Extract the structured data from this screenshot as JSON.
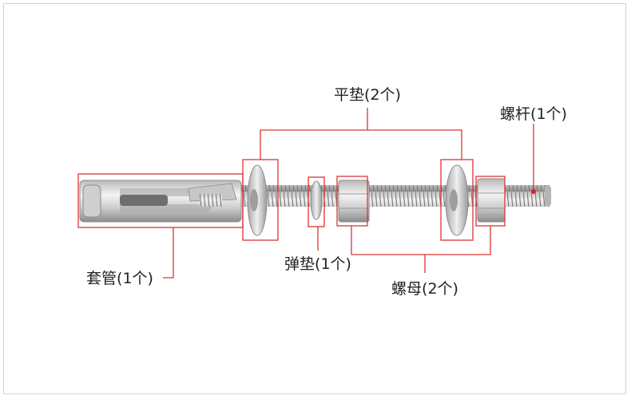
{
  "labels": {
    "flat_washer": "平垫(2个)",
    "bolt_rod": "螺杆(1个)",
    "sleeve": "套管(1个)",
    "spring_washer": "弹垫(1个)",
    "nut": "螺母(2个)"
  },
  "colors": {
    "callout": "#d93636",
    "metal_light": "#e6e6e6",
    "metal_dark": "#8a8a8a",
    "frame_border": "#d4d4d4"
  }
}
